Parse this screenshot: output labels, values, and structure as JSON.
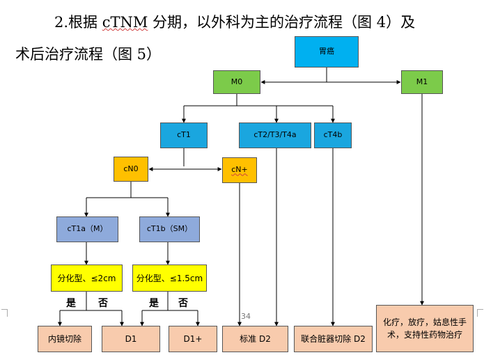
{
  "heading": {
    "line1_prefix": "2.根据 ",
    "line1_term": "cTNM",
    "line1_suffix": " 分期，以外科为主的治疗流程（图 4）及",
    "line2": "术后治疗流程（图 5）"
  },
  "nodes": {
    "gastric_cancer": "胃癌",
    "m0": "M0",
    "m1": "M1",
    "ct1": "cT1",
    "ct2_t4a": "cT2/T3/T4a",
    "ct4b": "cT4b",
    "cn0": "cN0",
    "cn_plus": "cN+",
    "ct1a": "cT1a（M）",
    "ct1b": "cT1b（SM）",
    "diff_a": "分化型、≤2cm",
    "diff_b": "分化型、≤1.5cm",
    "endoscopic": "内镜切除",
    "d1_a": "D1",
    "d1_plus": "D1+",
    "standard_d2": "标准 D2",
    "combined_d2": "联合脏器切除 D2",
    "m1_treatment": "化疗，放疗，姑息性手术，支持性药物治疗"
  },
  "branch_labels": {
    "yes_a": "是",
    "no_a": "否",
    "yes_b": "是",
    "no_b": "否"
  },
  "page_number": "34",
  "colors": {
    "top": "#00b0f0",
    "metastasis": "#7ccb4a",
    "t_stage": "#1aa6df",
    "n_stage": "#ffc000",
    "substage": "#8eaadb",
    "criteria": "#ffff00",
    "outcome": "#f8cbad"
  }
}
